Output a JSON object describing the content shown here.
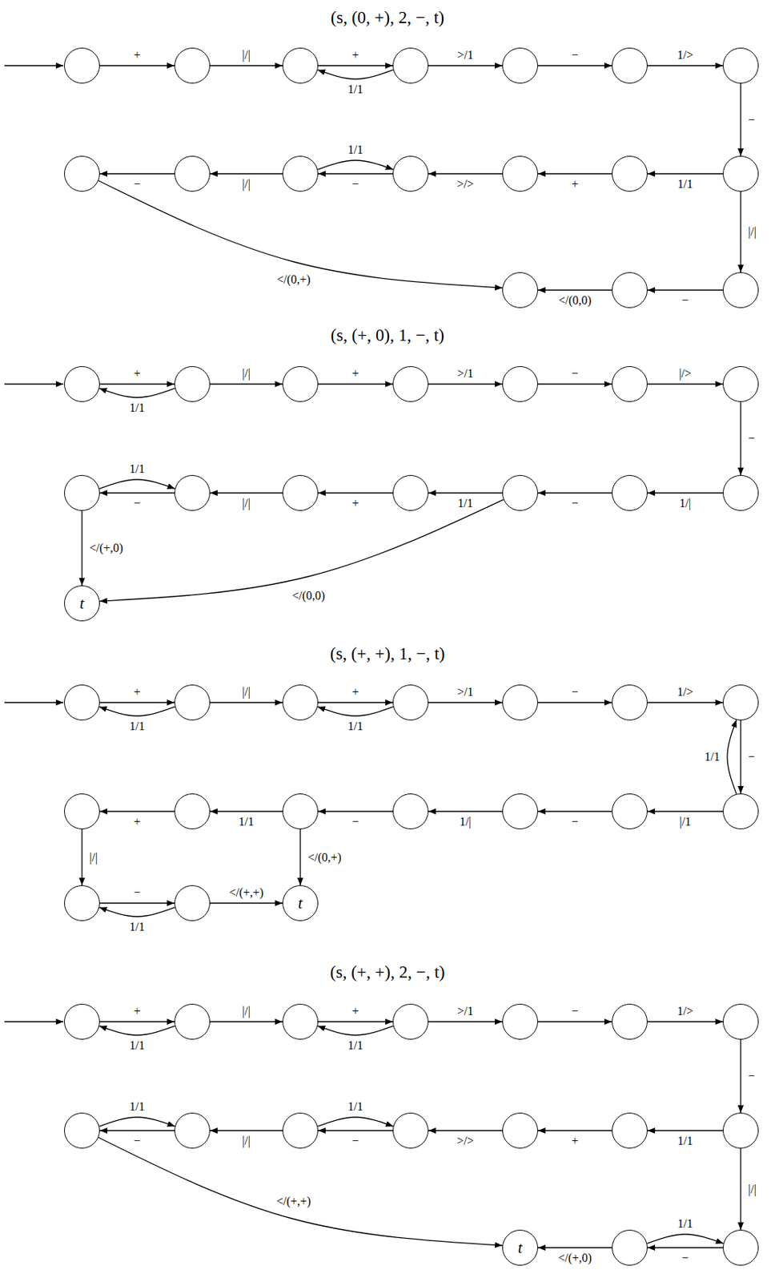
{
  "diagram": {
    "nodes": [
      {
        "text": []
      },
      {
        "text": []
      },
      {
        "text": []
      },
      {
        "text": []
      },
      {
        "text": []
      },
      {
        "text": []
      },
      {
        "text": []
      },
      {
        "text": []
      },
      {
        "text": []
      },
      {
        "text": []
      },
      {
        "text": []
      },
      {
        "text": []
      },
      {
        "text": []
      },
      {
        "text": []
      },
      {
        "text": []
      },
      {
        "text": []
      },
      {
        "text": []
      },
      {
        "text": []
      },
      {
        "text": []
      },
      {
        "text": []
      },
      {
        "text": []
      },
      {
        "text": []
      },
      {
        "text": []
      },
      {
        "text": []
      },
      {
        "text": []
      },
      {
        "text": []
      },
      {
        "text": []
      },
      {
        "text": []
      },
      {
        "text": []
      },
      {
        "text": []
      },
      {
        "text": []
      },
      {
        "text": [
          "t"
        ]
      },
      {
        "text": []
      },
      {
        "text": []
      },
      {
        "text": []
      },
      {
        "text": []
      },
      {
        "text": []
      },
      {
        "text": []
      },
      {
        "text": []
      },
      {
        "text": []
      },
      {
        "text": []
      },
      {
        "text": []
      },
      {
        "text": []
      },
      {
        "text": []
      },
      {
        "text": []
      },
      {
        "text": []
      },
      {
        "text": []
      },
      {
        "text": []
      },
      {
        "text": [
          "t"
        ]
      },
      {
        "text": []
      },
      {
        "text": []
      },
      {
        "text": []
      },
      {
        "text": []
      },
      {
        "text": []
      },
      {
        "text": []
      },
      {
        "text": []
      },
      {
        "text": []
      },
      {
        "text": []
      },
      {
        "text": []
      },
      {
        "text": []
      },
      {
        "text": []
      },
      {
        "text": []
      },
      {
        "text": []
      },
      {
        "text": []
      },
      {
        "text": []
      },
      {
        "text": [
          "t"
        ]
      }
    ],
    "edges": [
      {
        "from": 0,
        "to": 1,
        "arrow": "to",
        "label": "+"
      },
      {
        "from": 1,
        "to": 2,
        "arrow": "to",
        "label": "|/|"
      },
      {
        "from": 2,
        "to": 3,
        "arrow": "to",
        "label": "+"
      },
      {
        "from": 3,
        "to": 2,
        "arrow": "to",
        "label": "1/1"
      },
      {
        "from": 3,
        "to": 4,
        "arrow": "to",
        "label": ">/1"
      },
      {
        "from": 4,
        "to": 5,
        "arrow": "to",
        "label": "−"
      },
      {
        "from": 5,
        "to": 6,
        "arrow": "to",
        "label": "1/>"
      },
      {
        "from": 6,
        "to": 7,
        "arrow": "to",
        "label": "−"
      },
      {
        "from": 7,
        "to": 8,
        "arrow": "to",
        "label": "1/1"
      },
      {
        "from": 8,
        "to": 9,
        "arrow": "to",
        "label": "+"
      },
      {
        "from": 9,
        "to": 10,
        "arrow": "to",
        "label": ">/>"
      },
      {
        "from": 10,
        "to": 11,
        "arrow": "to",
        "label": "−"
      },
      {
        "from": 11,
        "to": 10,
        "arrow": "to",
        "label": "1/1"
      },
      {
        "from": 11,
        "to": 12,
        "arrow": "to",
        "label": "|/|"
      },
      {
        "from": 12,
        "to": 13,
        "arrow": "to",
        "label": "−"
      },
      {
        "from": 7,
        "to": 14,
        "arrow": "to",
        "label": "|/|"
      },
      {
        "from": 14,
        "to": 15,
        "arrow": "to",
        "label": "−"
      },
      {
        "from": 15,
        "to": 16,
        "arrow": "to",
        "label": "</(0,0)"
      },
      {
        "from": 13,
        "to": 16,
        "arrow": "to",
        "label": "</(0,+)"
      },
      {
        "from": 17,
        "to": 18,
        "arrow": "to",
        "label": "+"
      },
      {
        "from": 18,
        "to": 17,
        "arrow": "to",
        "label": "1/1"
      },
      {
        "from": 18,
        "to": 19,
        "arrow": "to",
        "label": "|/|"
      },
      {
        "from": 19,
        "to": 20,
        "arrow": "to",
        "label": "+"
      },
      {
        "from": 20,
        "to": 21,
        "arrow": "to",
        "label": ">/1"
      },
      {
        "from": 21,
        "to": 22,
        "arrow": "to",
        "label": "−"
      },
      {
        "from": 22,
        "to": 23,
        "arrow": "to",
        "label": "|/>"
      },
      {
        "from": 23,
        "to": 24,
        "arrow": "to",
        "label": "−"
      },
      {
        "from": 24,
        "to": 25,
        "arrow": "to",
        "label": "1/|"
      },
      {
        "from": 25,
        "to": 26,
        "arrow": "to",
        "label": "−"
      },
      {
        "from": 26,
        "to": 27,
        "arrow": "to",
        "label": "1/1"
      },
      {
        "from": 27,
        "to": 28,
        "arrow": "to",
        "label": "+"
      },
      {
        "from": 28,
        "to": 29,
        "arrow": "to",
        "label": "|/|"
      },
      {
        "from": 29,
        "to": 30,
        "arrow": "to",
        "label": "−"
      },
      {
        "from": 30,
        "to": 29,
        "arrow": "to",
        "label": "1/1"
      },
      {
        "from": 30,
        "to": 31,
        "arrow": "to",
        "label": "</(+,0)"
      },
      {
        "from": 26,
        "to": 31,
        "arrow": "to",
        "label": "</(0,0)"
      },
      {
        "from": 32,
        "to": 33,
        "arrow": "to",
        "label": "+"
      },
      {
        "from": 33,
        "to": 32,
        "arrow": "to",
        "label": "1/1"
      },
      {
        "from": 33,
        "to": 34,
        "arrow": "to",
        "label": "|/|"
      },
      {
        "from": 34,
        "to": 35,
        "arrow": "to",
        "label": "+"
      },
      {
        "from": 35,
        "to": 34,
        "arrow": "to",
        "label": "1/1"
      },
      {
        "from": 35,
        "to": 36,
        "arrow": "to",
        "label": ">/1"
      },
      {
        "from": 36,
        "to": 37,
        "arrow": "to",
        "label": "−"
      },
      {
        "from": 37,
        "to": 38,
        "arrow": "to",
        "label": "1/>"
      },
      {
        "from": 38,
        "to": 39,
        "arrow": "to",
        "label": "−"
      },
      {
        "from": 39,
        "to": 38,
        "arrow": "to",
        "label": "1/1"
      },
      {
        "from": 39,
        "to": 40,
        "arrow": "to",
        "label": "|/1"
      },
      {
        "from": 40,
        "to": 41,
        "arrow": "to",
        "label": "−"
      },
      {
        "from": 41,
        "to": 42,
        "arrow": "to",
        "label": "1/|"
      },
      {
        "from": 42,
        "to": 43,
        "arrow": "to",
        "label": "−"
      },
      {
        "from": 43,
        "to": 44,
        "arrow": "to",
        "label": "1/1"
      },
      {
        "from": 44,
        "to": 45,
        "arrow": "to",
        "label": "+"
      },
      {
        "from": 43,
        "to": 48,
        "arrow": "to",
        "label": "</(0,+)"
      },
      {
        "from": 45,
        "to": 46,
        "arrow": "to",
        "label": "|/|"
      },
      {
        "from": 46,
        "to": 47,
        "arrow": "to",
        "label": "−"
      },
      {
        "from": 47,
        "to": 46,
        "arrow": "to",
        "label": "1/1"
      },
      {
        "from": 47,
        "to": 48,
        "arrow": "to",
        "label": "</(+,+)"
      },
      {
        "from": 49,
        "to": 50,
        "arrow": "to",
        "label": "+"
      },
      {
        "from": 50,
        "to": 49,
        "arrow": "to",
        "label": "1/1"
      },
      {
        "from": 50,
        "to": 51,
        "arrow": "to",
        "label": "|/|"
      },
      {
        "from": 51,
        "to": 52,
        "arrow": "to",
        "label": "+"
      },
      {
        "from": 52,
        "to": 51,
        "arrow": "to",
        "label": "1/1"
      },
      {
        "from": 52,
        "to": 53,
        "arrow": "to",
        "label": ">/1"
      },
      {
        "from": 53,
        "to": 54,
        "arrow": "to",
        "label": "−"
      },
      {
        "from": 54,
        "to": 55,
        "arrow": "to",
        "label": "1/>"
      },
      {
        "from": 55,
        "to": 56,
        "arrow": "to",
        "label": "−"
      },
      {
        "from": 56,
        "to": 57,
        "arrow": "to",
        "label": "1/1"
      },
      {
        "from": 57,
        "to": 58,
        "arrow": "to",
        "label": "+"
      },
      {
        "from": 58,
        "to": 59,
        "arrow": "to",
        "label": ">/>"
      },
      {
        "from": 59,
        "to": 60,
        "arrow": "to",
        "label": "−"
      },
      {
        "from": 60,
        "to": 59,
        "arrow": "to",
        "label": "1/1"
      },
      {
        "from": 60,
        "to": 61,
        "arrow": "to",
        "label": "|/|"
      },
      {
        "from": 61,
        "to": 62,
        "arrow": "to",
        "label": "−"
      },
      {
        "from": 62,
        "to": 61,
        "arrow": "to",
        "label": "1/1"
      },
      {
        "from": 56,
        "to": 63,
        "arrow": "to",
        "label": "|/|"
      },
      {
        "from": 63,
        "to": 64,
        "arrow": "to",
        "label": "−"
      },
      {
        "from": 64,
        "to": 63,
        "arrow": "to",
        "label": "1/1"
      },
      {
        "from": 64,
        "to": 65,
        "arrow": "to",
        "label": "</(+,0)"
      },
      {
        "from": 62,
        "to": 65,
        "arrow": "to",
        "label": "</(+,+)"
      }
    ],
    "labels": [
      "(s, (0, +), 2, −, t)",
      "(s, (+, 0), 1, −, t)",
      "(s, (+, +), 1, −, t)",
      "(s, (+, +), 2, −, t)"
    ]
  }
}
